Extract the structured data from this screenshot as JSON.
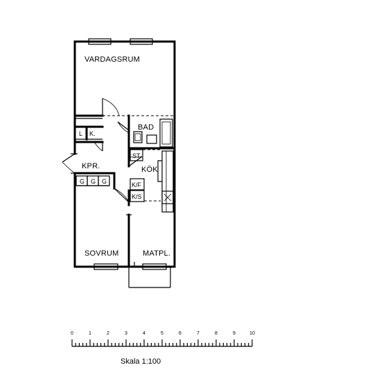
{
  "rooms": {
    "vardagsrum": "VARDAGSRUM",
    "bad": "BAD",
    "kok": "KÖK",
    "kpr": "KPR.",
    "sovrum": "SOVRUM",
    "matpl": "MATPL."
  },
  "fixtures": {
    "linen": "L",
    "closet": "K.",
    "storage": "ST",
    "garderob": [
      "G",
      "G",
      "G"
    ],
    "fridge_freezer": "K/F",
    "fridge_freezer_2": "K/S",
    "stove": "X"
  },
  "scale": {
    "tick_labels": [
      "0",
      "1",
      "2",
      "3",
      "4",
      "5",
      "6",
      "7",
      "8",
      "9",
      "10"
    ],
    "caption": "Skala 1:100"
  },
  "colors": {
    "ink": "#000000",
    "paper": "#ffffff"
  }
}
